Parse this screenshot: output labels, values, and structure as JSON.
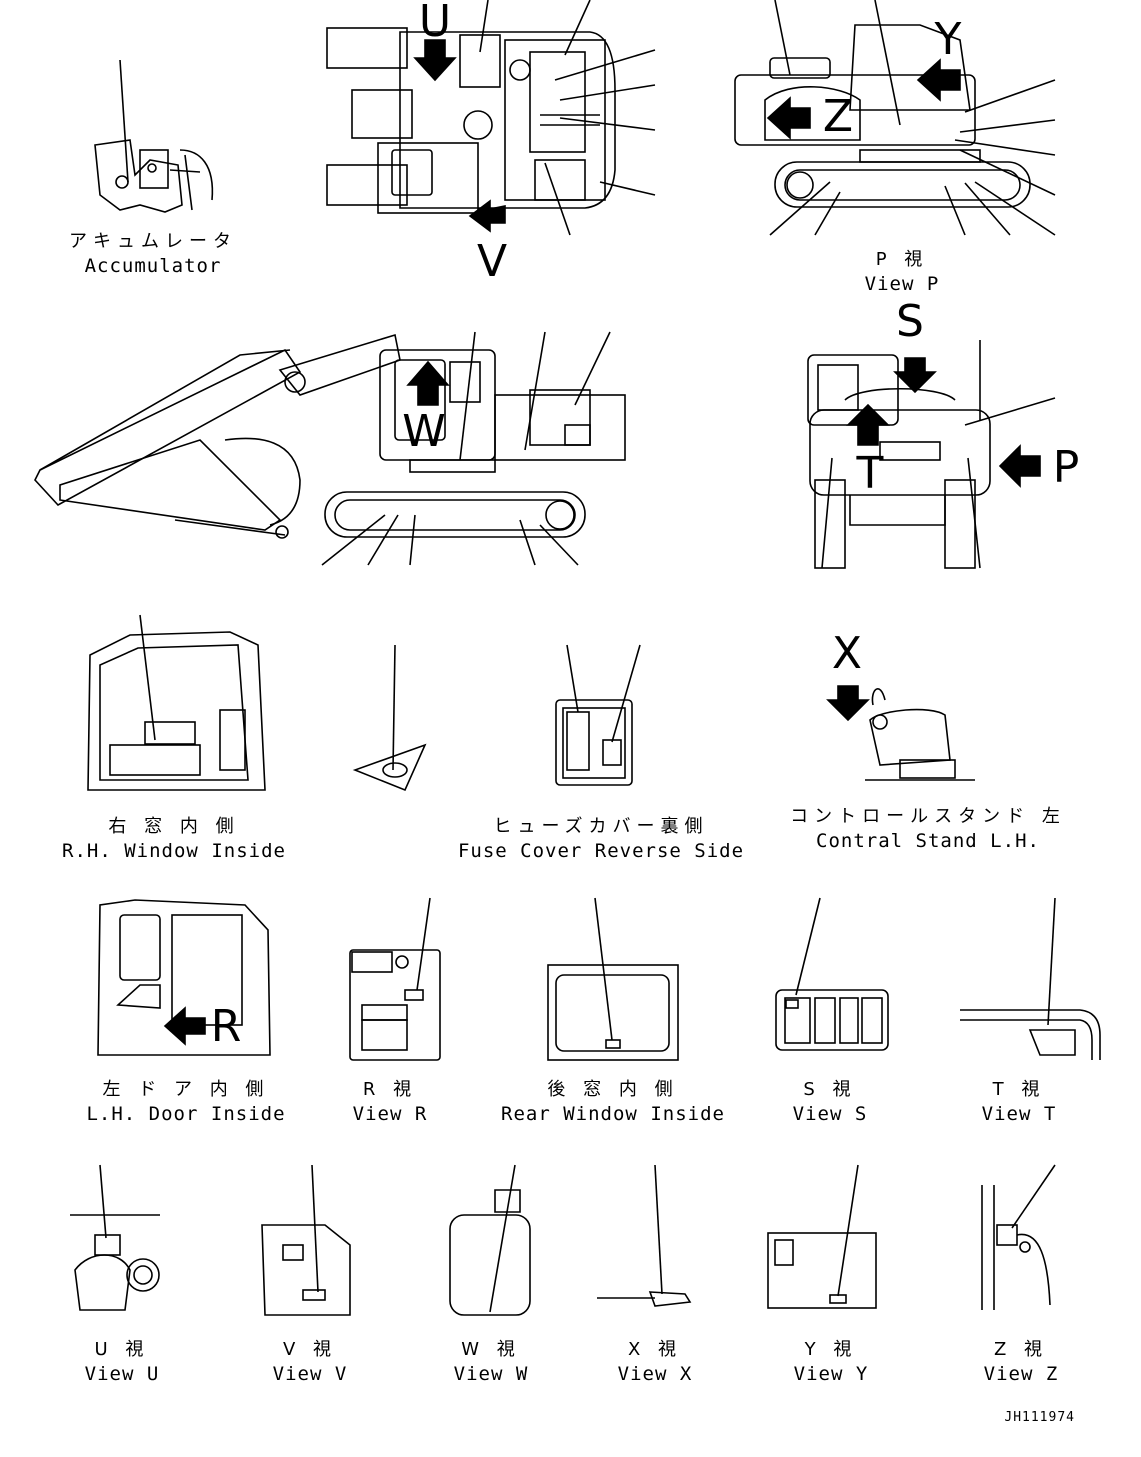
{
  "code": "JH111974",
  "letters": {
    "U": "U",
    "V": "V",
    "Y": "Y",
    "Z": "Z",
    "S": "S",
    "T": "T",
    "P": "P",
    "W": "W",
    "X": "X",
    "R": "R"
  },
  "views": [
    {
      "id": "accumulator",
      "jp": "アキュムレータ",
      "en": "Accumulator"
    },
    {
      "id": "view-p",
      "jp": "P 視",
      "en": "View P"
    },
    {
      "id": "rh-window",
      "jp": "右 窓 内 側",
      "en": "R.H. Window Inside"
    },
    {
      "id": "fuse-cover",
      "jp": "ヒューズカバー裏側",
      "en": "Fuse Cover Reverse Side"
    },
    {
      "id": "control-stand",
      "jp": "コントロールスタンド 左",
      "en": "Contral Stand L.H."
    },
    {
      "id": "lh-door",
      "jp": "左 ド ア 内 側",
      "en": "L.H. Door Inside"
    },
    {
      "id": "view-r",
      "jp": "R 視",
      "en": "View R"
    },
    {
      "id": "rear-window",
      "jp": "後 窓 内 側",
      "en": "Rear Window Inside"
    },
    {
      "id": "view-s",
      "jp": "S 視",
      "en": "View S"
    },
    {
      "id": "view-t",
      "jp": "T 視",
      "en": "View T"
    },
    {
      "id": "view-u",
      "jp": "U 視",
      "en": "View U"
    },
    {
      "id": "view-v",
      "jp": "V 視",
      "en": "View V"
    },
    {
      "id": "view-w",
      "jp": "W 視",
      "en": "View W"
    },
    {
      "id": "view-x",
      "jp": "X 視",
      "en": "View X"
    },
    {
      "id": "view-y",
      "jp": "Y 視",
      "en": "View Y"
    },
    {
      "id": "view-z",
      "jp": "Z 視",
      "en": "View Z"
    }
  ]
}
